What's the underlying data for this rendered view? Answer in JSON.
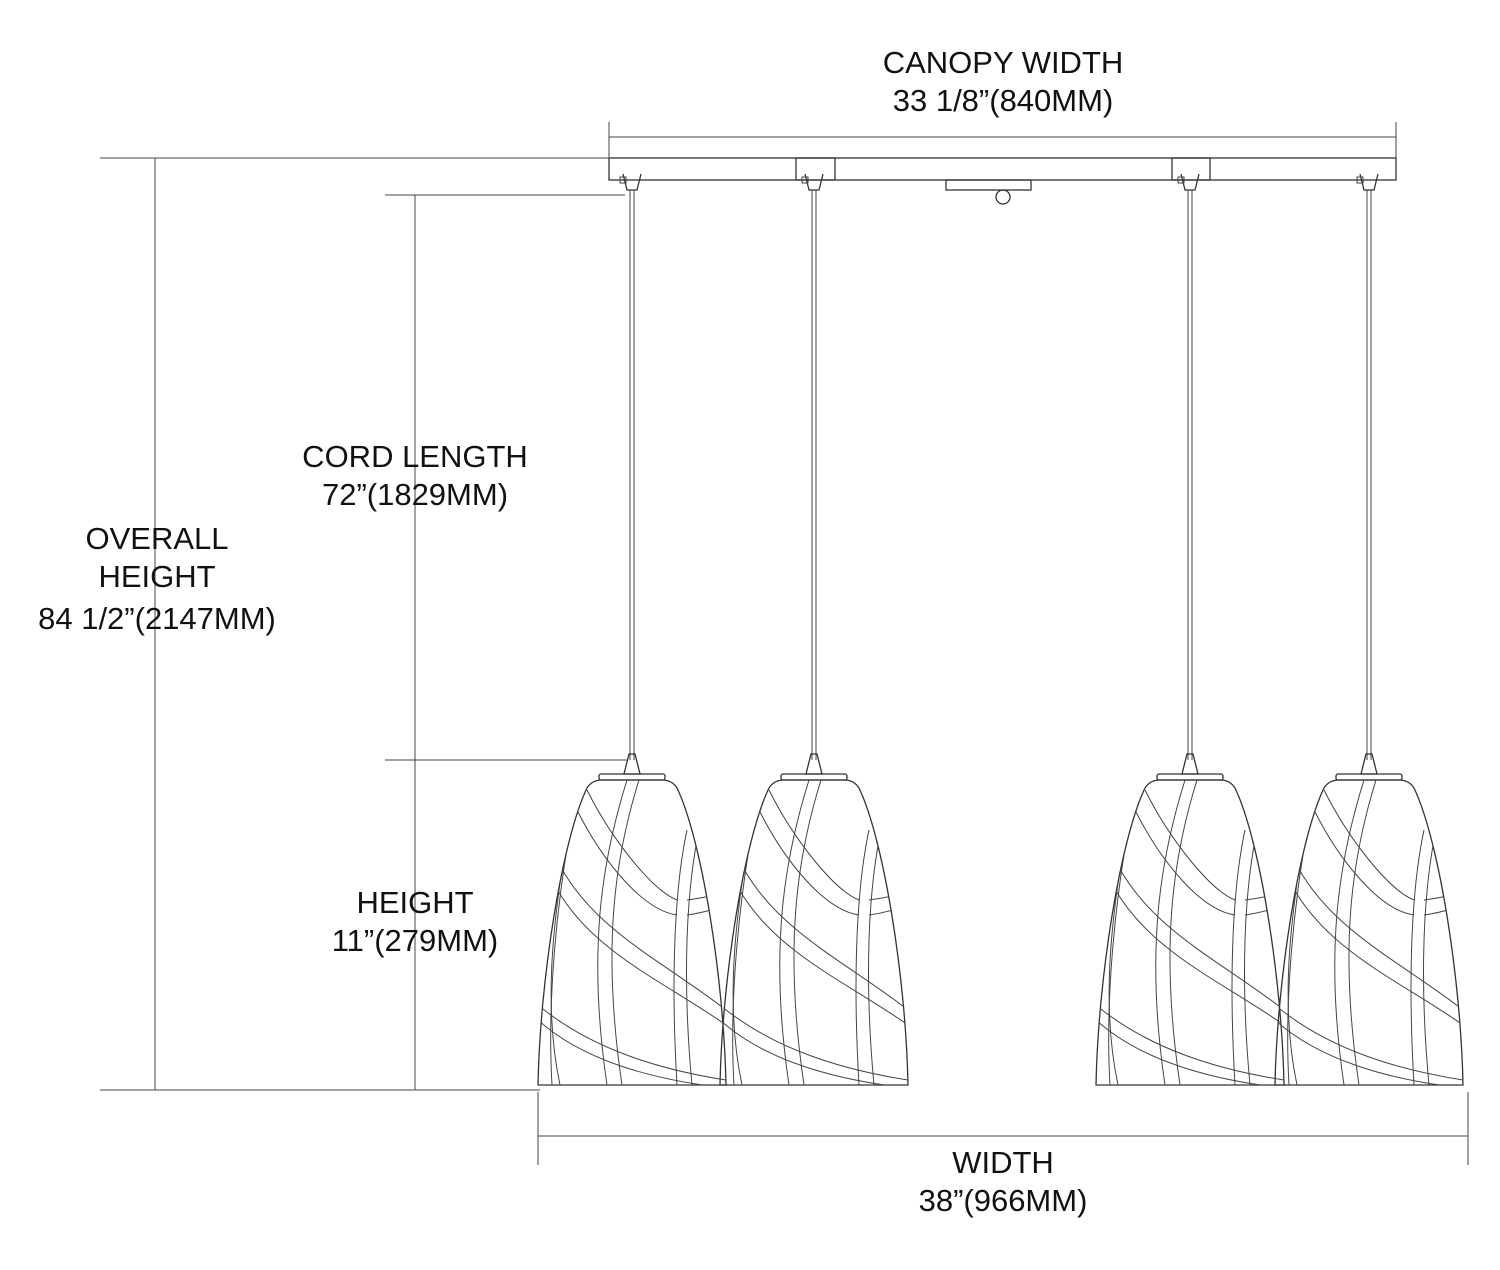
{
  "title": "Linear pendant fixture dimension drawing",
  "pendant_count": 4,
  "dimensions": {
    "canopy_width": {
      "label": "CANOPY WIDTH",
      "value": "33 1/8”(840MM)"
    },
    "cord_length": {
      "label": "CORD LENGTH",
      "value": "72”(1829MM)"
    },
    "overall_height": {
      "label_line1": "OVERALL",
      "label_line2": "HEIGHT",
      "value": "84 1/2”(2147MM)"
    },
    "height": {
      "label": "HEIGHT",
      "value": "11”(279MM)"
    },
    "width": {
      "label": "WIDTH",
      "value": "38”(966MM)"
    }
  },
  "colors": {
    "line": "#333333",
    "text": "#111111",
    "background": "#ffffff"
  }
}
